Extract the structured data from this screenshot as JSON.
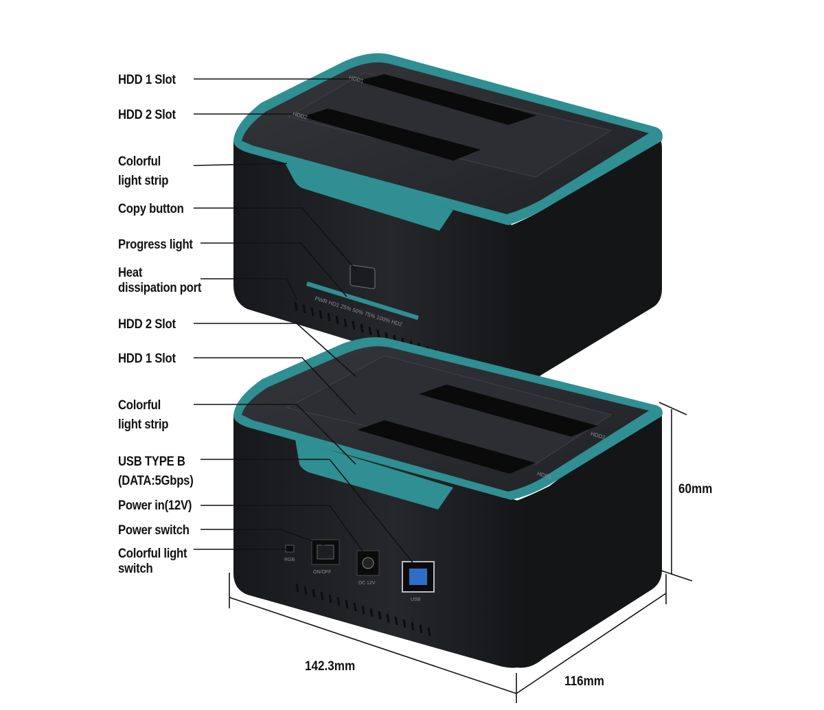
{
  "top_dock": {
    "labels": {
      "hdd1_slot": "HDD 1 Slot",
      "hdd2_slot": "HDD 2 Slot",
      "light_strip_line1": "Colorful",
      "light_strip_line2": "light strip",
      "copy_button": "Copy button",
      "progress_light": "Progress light",
      "heat_line1": "Heat",
      "heat_line2": "dissipation port"
    },
    "slot_marks": [
      "HDD1",
      "HDD2"
    ],
    "progress_marks": "PWR  HD1  25%  50%  75%  100%  HD2"
  },
  "bottom_dock": {
    "labels": {
      "hdd2_slot": "HDD 2 Slot",
      "hdd1_slot": "HDD 1 Slot",
      "light_strip_line1": "Colorful",
      "light_strip_line2": "light strip",
      "usb_line1": "USB TYPE B",
      "usb_line2": "(DATA:5Gbps)",
      "power_in": "Power in(12V)",
      "power_switch": "Power switch",
      "light_switch_line1": "Colorful light",
      "light_switch_line2": "switch"
    },
    "port_marks": {
      "rgb": "RGB",
      "onoff": "ON/OFF",
      "dc": "DC 12V",
      "usb": "USB"
    },
    "slot_marks": [
      "HDD2",
      "HDD1"
    ]
  },
  "dimensions": {
    "width": "142.3mm",
    "depth": "116mm",
    "height": "60mm"
  },
  "colors": {
    "body": "#1c1e21",
    "top": "#2a2c30",
    "accent": "#2f8f92"
  }
}
